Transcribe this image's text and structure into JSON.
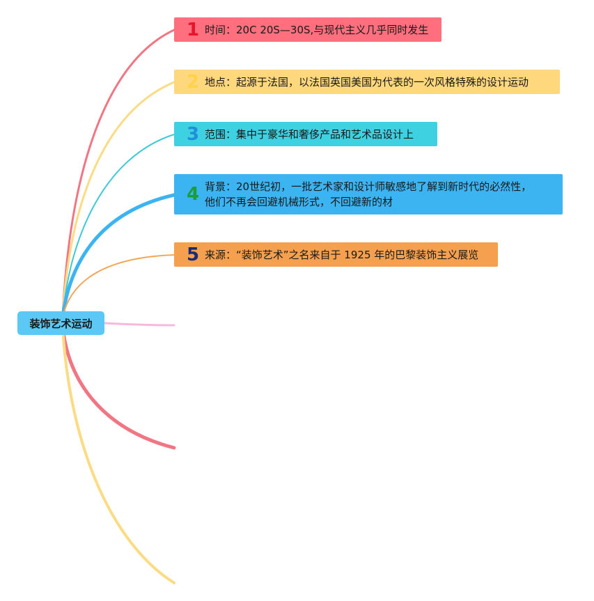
{
  "root": {
    "label": "装饰艺术运动"
  },
  "nodes": [
    {
      "number": "1",
      "text": "时间：20C 20S—30S,与现代主义几乎同时发生",
      "color": "#ff6f7d",
      "number_color": "#e8142c"
    },
    {
      "number": "2",
      "text": "地点：起源于法国，以法国英国美国为代表的一次风格特殊的设计运动",
      "color": "#ffd77c",
      "number_color": "#ffd24a"
    },
    {
      "number": "3",
      "text": "范围：集中于豪华和奢侈产品和艺术品设计上",
      "color": "#3ed1e2",
      "number_color": "#1e8fd8"
    },
    {
      "number": "4",
      "text": "背景：20世纪初，一批艺术家和设计师敏感地了解到新时代的必然性，\n他们不再会回避机械形式，不回避新的材",
      "color": "#3db4f2",
      "number_color": "#1a9e3a"
    },
    {
      "number": "5",
      "text": "来源：“装饰艺术”之名来自于 1925 年的巴黎装饰主义展览",
      "color": "#f4a04f",
      "number_color": "#1c2a7a"
    }
  ],
  "branch_colors": {
    "n1": "#f07684",
    "n2": "#fbdb84",
    "n3": "#3ec9d6",
    "n4": "#3db4f2",
    "n5": "#f2a656",
    "empty1": "#f7b8de",
    "empty2": "#f07684",
    "empty3": "#fbdb84"
  }
}
